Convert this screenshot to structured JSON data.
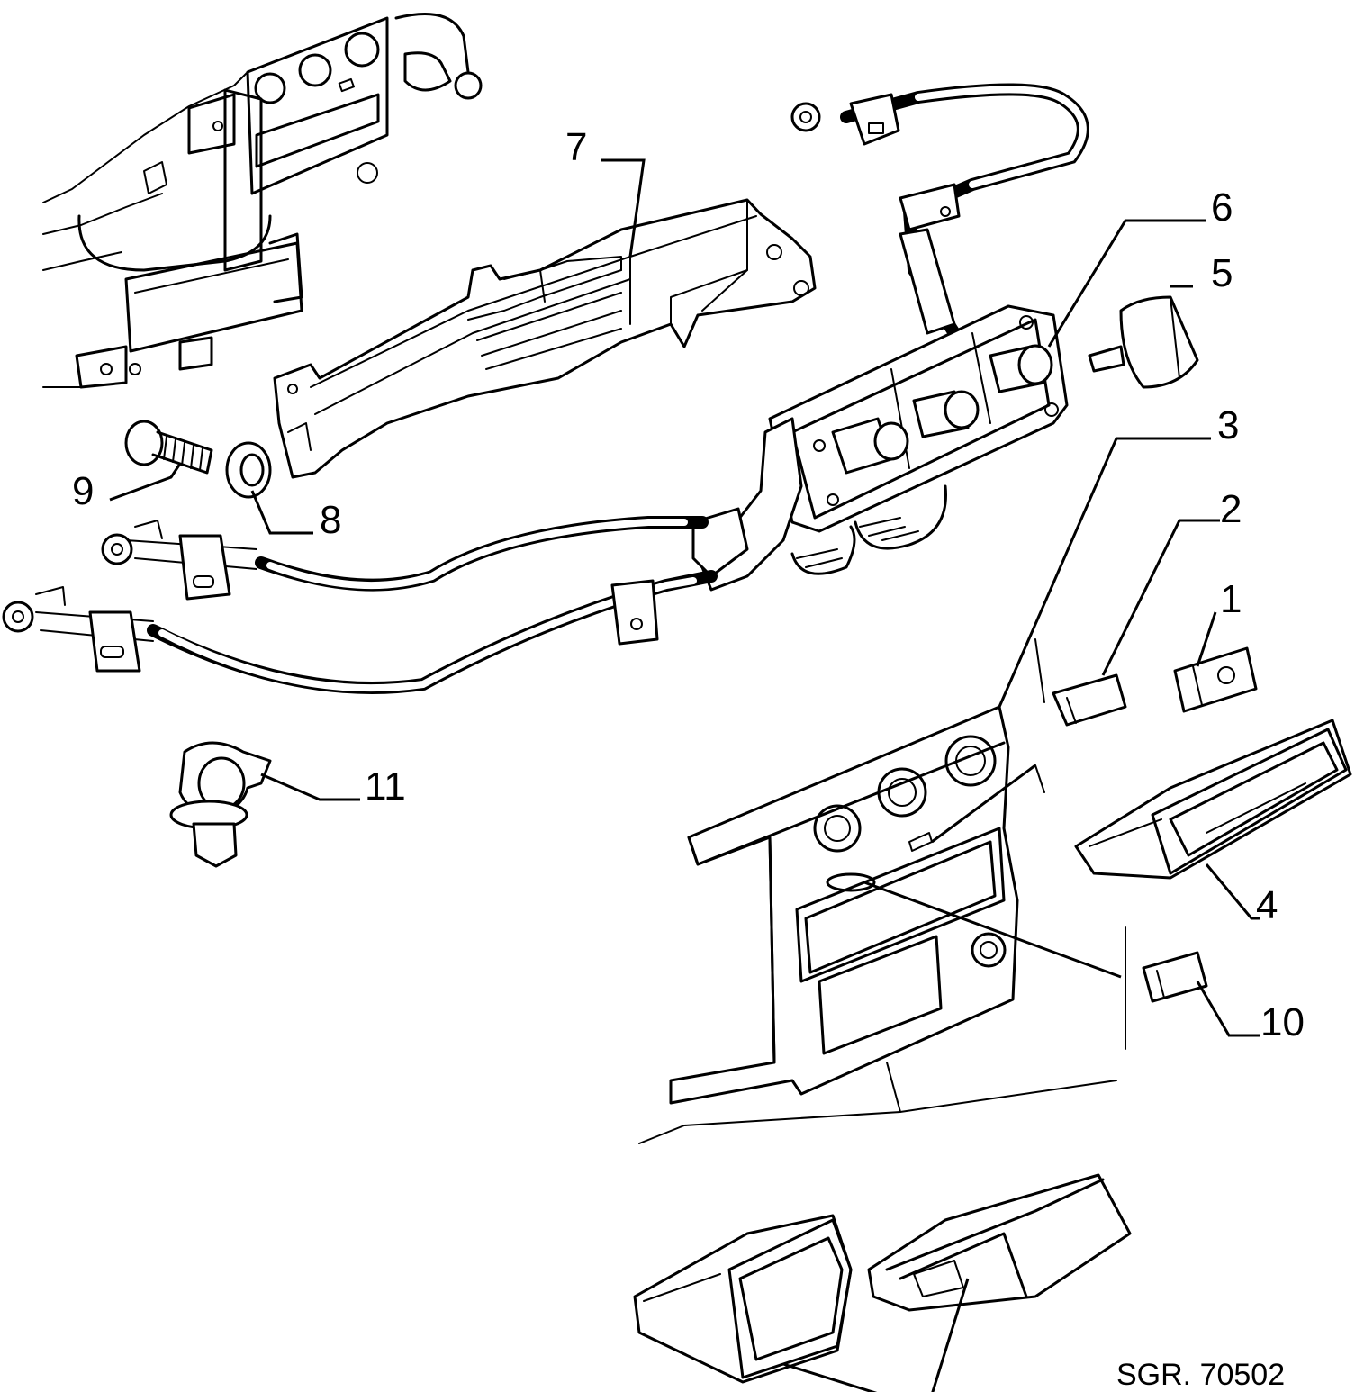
{
  "callouts": [
    {
      "id": "1",
      "label": "1"
    },
    {
      "id": "2",
      "label": "2"
    },
    {
      "id": "3",
      "label": "3"
    },
    {
      "id": "4",
      "label": "4"
    },
    {
      "id": "5",
      "label": "5"
    },
    {
      "id": "6",
      "label": "6"
    },
    {
      "id": "7",
      "label": "7"
    },
    {
      "id": "8",
      "label": "8"
    },
    {
      "id": "9",
      "label": "9"
    },
    {
      "id": "10",
      "label": "10"
    },
    {
      "id": "11",
      "label": "11"
    }
  ],
  "reference": "SGR. 70502",
  "colors": {
    "line": "#000000",
    "background": "#ffffff"
  }
}
